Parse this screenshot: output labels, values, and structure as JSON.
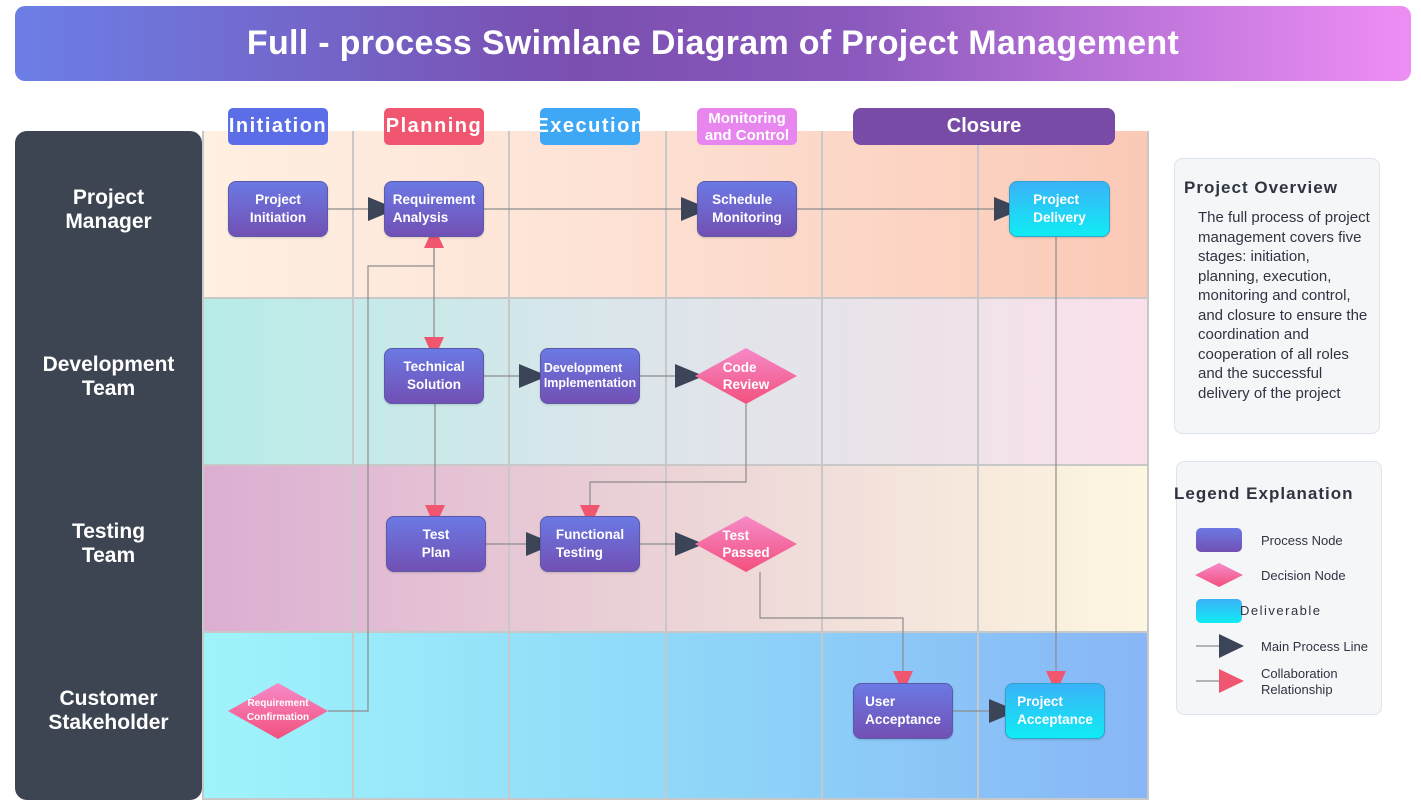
{
  "title": "Full - process Swimlane Diagram of Project Management",
  "phases": [
    {
      "label": "Initiation",
      "color": "#5b6ee8"
    },
    {
      "label": "Planning",
      "color": "#f0566f"
    },
    {
      "label": "Execution",
      "color": "#3ea7f6"
    },
    {
      "label": "Monitoring\nand Control",
      "color": "#e886ef"
    },
    {
      "label": "Closure",
      "color": "#774ba6"
    }
  ],
  "roles": [
    "Project\nManager",
    "Development\nTeam",
    "Testing\nTeam",
    "Customer\nStakeholder"
  ],
  "nodes": {
    "project_initiation": "Project\nInitiation",
    "requirement_analysis": "Requirement\nAnalysis",
    "schedule_monitoring": "Schedule\nMonitoring",
    "project_delivery": "Project\nDelivery",
    "technical_solution": "Technical\nSolution",
    "development_implementation": "Development\nImplementation",
    "code_review": "Code\nReview",
    "test_plan": "Test\nPlan",
    "functional_testing": "Functional\nTesting",
    "test_passed": "Test\nPassed",
    "requirement_confirmation": "Requirement\nConfirmation",
    "user_acceptance": "User\nAcceptance",
    "project_acceptance": "Project\nAcceptance"
  },
  "overview": {
    "title": "Project Overview",
    "text": "The full process of project management covers five stages: initiation, planning, execution, monitoring and control, and closure to ensure the coordination and cooperation of all roles and the successful delivery of the project"
  },
  "legend": {
    "title": "Legend Explanation",
    "items": {
      "process": "Process Node",
      "decision": "Decision Node",
      "deliverable": "Deliverable",
      "main": "Main Process Line",
      "collab": "Collaboration\nRelationship"
    }
  },
  "colors": {
    "role_column": "#3d4452",
    "process_node": "#6b79e4",
    "decision_node": "#f25c86",
    "deliverable": "#29d0f6",
    "main_arrow": "#3b4557",
    "collab_arrow": "#f0566f"
  }
}
